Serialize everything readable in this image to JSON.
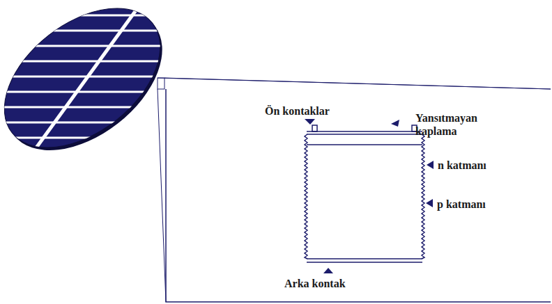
{
  "diagram": {
    "labels": [
      "Ön kontaklar",
      "Yansıtmayan kaplama",
      "n katmanı",
      "p katmanı",
      "Arka kontak"
    ]
  }
}
